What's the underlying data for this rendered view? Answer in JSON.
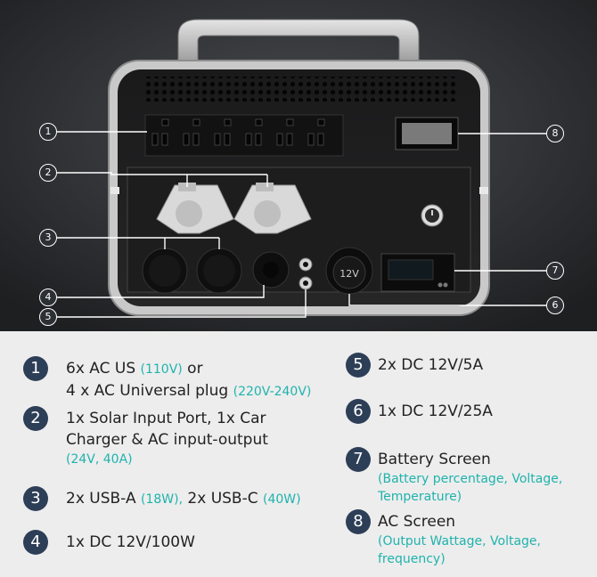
{
  "callouts": [
    "1",
    "2",
    "3",
    "4",
    "5",
    "6",
    "7",
    "8"
  ],
  "legend": {
    "i1": {
      "num": "1",
      "line1": "6x AC US",
      "line1_hl": "(110V)",
      "line1_tail": "or",
      "line2": "4 x AC Universal plug",
      "line2_hl": "(220V-240V)"
    },
    "i2": {
      "num": "2",
      "line1": "1x Solar Input Port, 1x Car",
      "line2": "Charger & AC input-output",
      "line3": "(24V, 40A)"
    },
    "i3": {
      "num": "3",
      "a": "2x USB-A",
      "a_hl": "(18W),",
      "b": "2x USB-C",
      "b_hl": "(40W)"
    },
    "i4": {
      "num": "4",
      "line1": "1x DC 12V/100W"
    },
    "i5": {
      "num": "5",
      "line1": "2x DC 12V/5A"
    },
    "i6": {
      "num": "6",
      "line1": "1x DC 12V/25A"
    },
    "i7": {
      "num": "7",
      "title": "Battery Screen",
      "sub1": "(Battery percentage, Voltage,",
      "sub2": "Temperature)"
    },
    "i8": {
      "num": "8",
      "title": "AC Screen",
      "sub1": "(Output Wattage, Voltage,",
      "sub2": "frequency)"
    }
  },
  "device": {
    "dc_socket_label": "12V"
  },
  "colors": {
    "accent": "#1fb3ad",
    "badge": "#2d3e57",
    "photo_bg": "#2a2b2d"
  }
}
